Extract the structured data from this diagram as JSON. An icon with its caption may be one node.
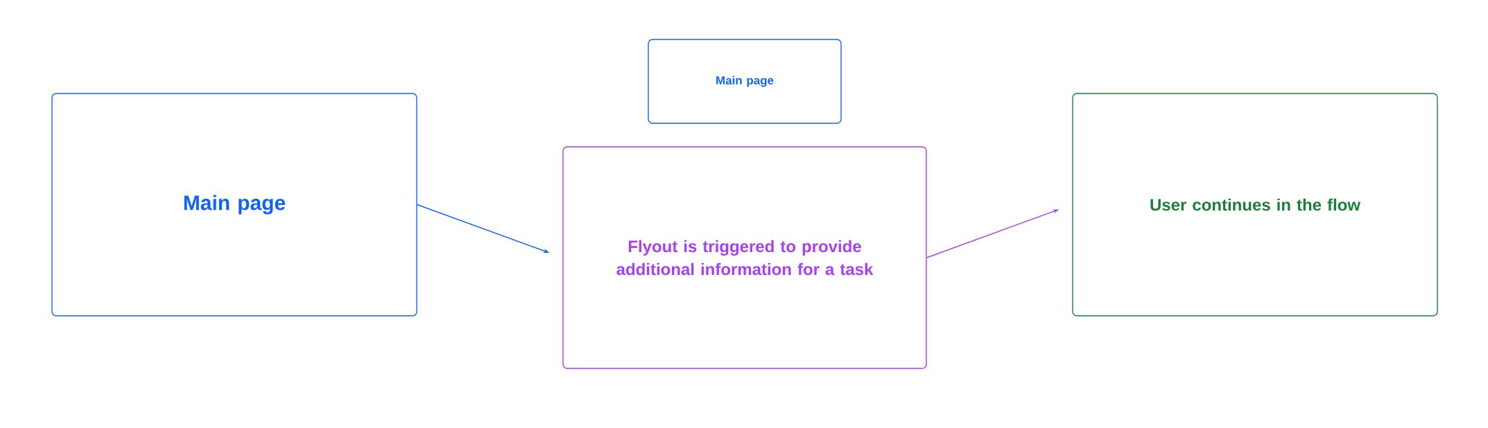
{
  "diagram": {
    "nodes": [
      {
        "text": [
          "Main page"
        ]
      },
      {
        "text": [
          "Main page"
        ]
      },
      {
        "text": [
          "Flyout is triggered to provide additional information for a task"
        ]
      },
      {
        "text": [
          "User continues in the flow"
        ]
      }
    ],
    "edges": [
      {
        "from": 0,
        "to": 2,
        "arrow": "to",
        "color": "#0f62fe"
      },
      {
        "from": 2,
        "to": 3,
        "arrow": "to",
        "color": "#a83ef7"
      }
    ]
  }
}
